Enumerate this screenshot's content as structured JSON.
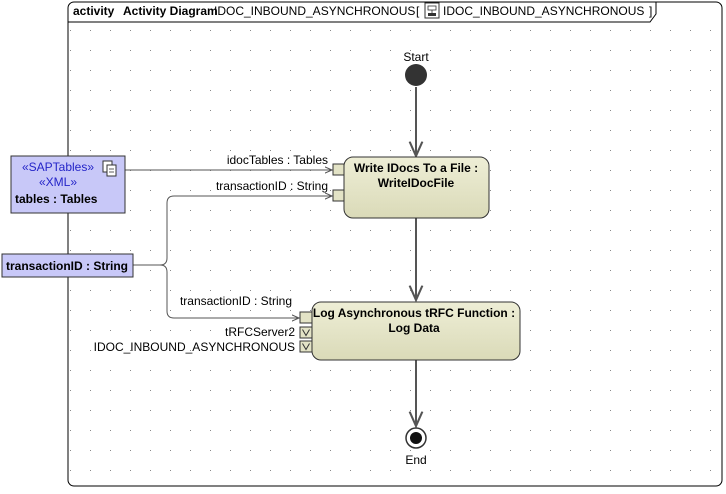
{
  "frame": {
    "keyword": "activity",
    "name": "Activity Diagram",
    "activity_name": "IDOC_INBOUND_ASYNCHRONOUS",
    "open_bracket": "[",
    "close_bracket": "]",
    "icon": "activity-diagram-icon"
  },
  "initial_node": {
    "label": "Start"
  },
  "final_node": {
    "label": "End"
  },
  "actions": [
    {
      "line1": "Write IDocs To a File :",
      "line2": "WriteIDocFile"
    },
    {
      "line1": "Log Asynchronous tRFC Function :",
      "line2": "Log Data"
    }
  ],
  "pins": {
    "write_idoc_tables": "idocTables : Tables",
    "write_transaction_id": "transactionID : String",
    "log_transaction_id": "transactionID : String",
    "log_server": "tRFCServer2",
    "log_activity": "IDOC_INBOUND_ASYNCHRONOUS"
  },
  "objects": [
    {
      "stereotype1": "«SAPTables»",
      "stereotype2": "«XML»",
      "name": "tables : Tables",
      "icon": "copy-icon"
    },
    {
      "name": "transactionID : String"
    }
  ],
  "colors": {
    "action_fill": "#e3e3c6",
    "object_fill": "#c8c8f8",
    "stereotype_text": "#2424c8",
    "line": "#555555"
  }
}
